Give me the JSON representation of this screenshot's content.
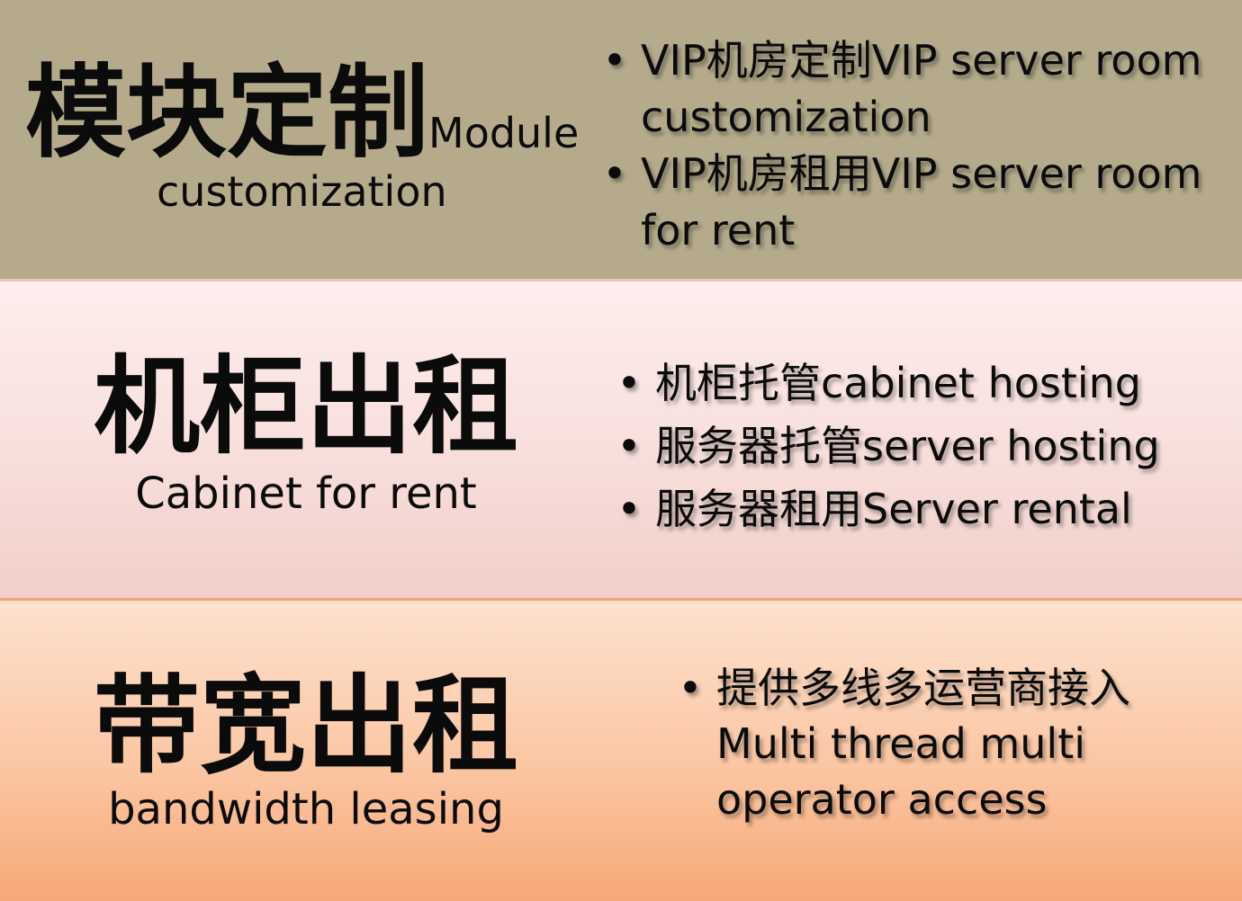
{
  "sections": [
    {
      "title_zh": "模块定制",
      "title_en_inline": "Module",
      "title_en": "customization",
      "bullets": [
        "VIP机房定制VIP server room customization",
        "VIP机房租用VIP server room for rent"
      ]
    },
    {
      "title_zh": "机柜出租",
      "title_en": "Cabinet for rent",
      "bullets": [
        "机柜托管cabinet hosting",
        "服务器托管server hosting",
        "服务器租用Server rental"
      ]
    },
    {
      "title_zh": "带宽出租",
      "title_en": "bandwidth leasing",
      "bullets": [
        "提供多线多运营商接入Multi thread multi operator access"
      ]
    }
  ],
  "bullet_glyph": "•",
  "colors": {
    "band1": "#b5ab8c",
    "band2": "#f8e0dd",
    "band3": "#fbc6a3",
    "text": "#0b0b0b"
  }
}
